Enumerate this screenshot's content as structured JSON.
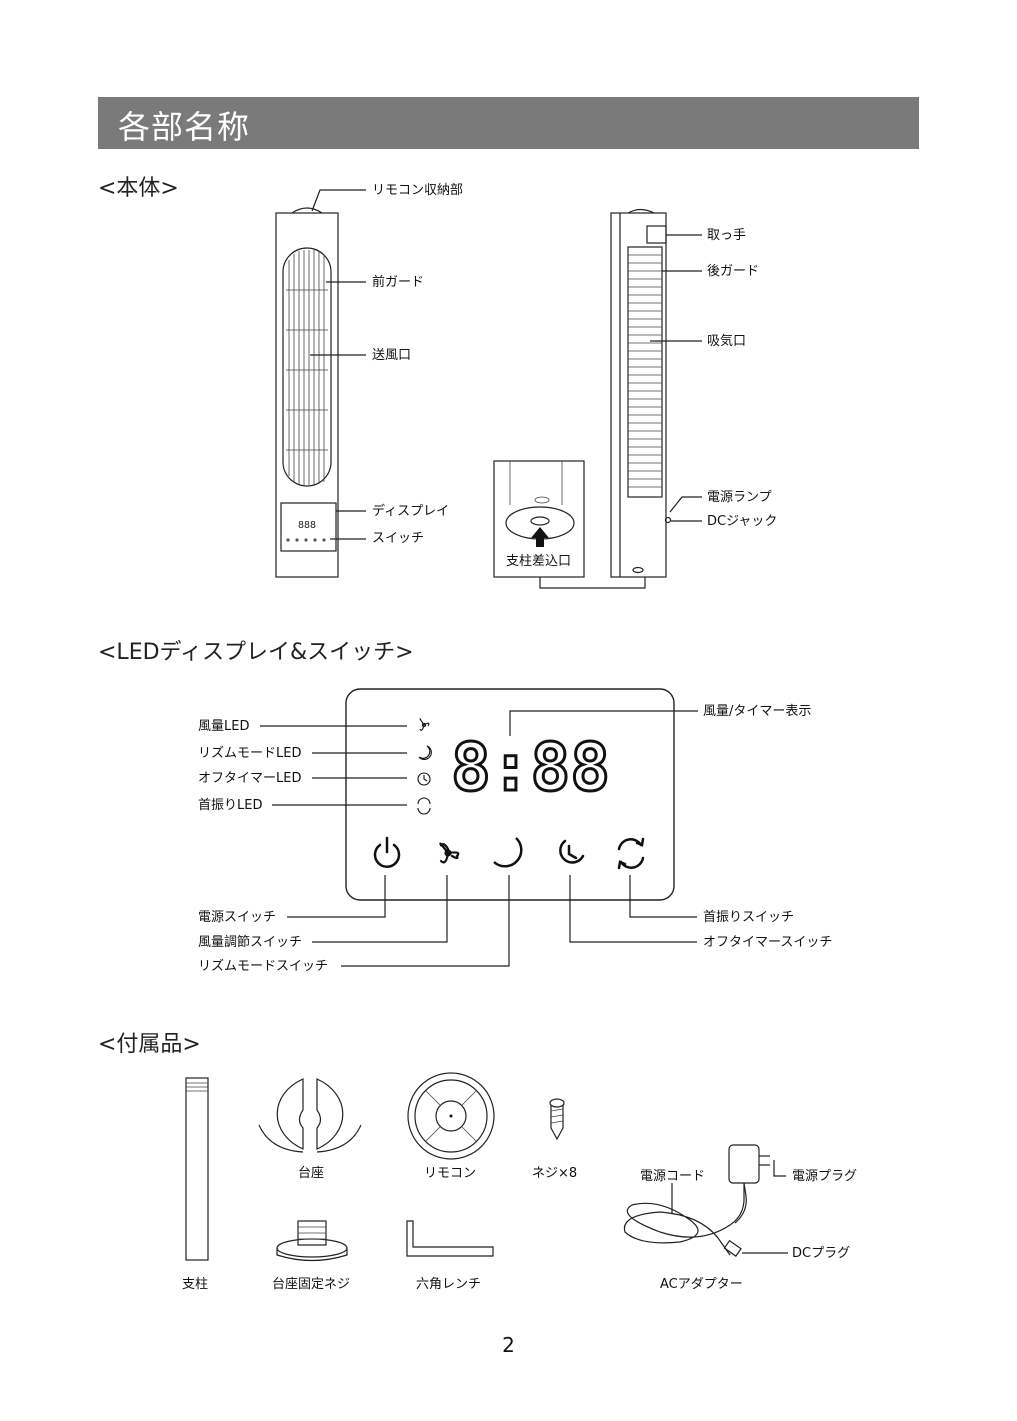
{
  "header": {
    "title": "各部名称"
  },
  "sections": {
    "body": {
      "title": "<本体>",
      "labels": {
        "remote_storage": "リモコン収納部",
        "front_guard": "前ガード",
        "air_outlet": "送風口",
        "display": "ディスプレイ",
        "switch": "スイッチ",
        "handle": "取っ手",
        "rear_guard": "後ガード",
        "air_intake": "吸気口",
        "power_lamp": "電源ランプ",
        "dc_jack": "DCジャック",
        "pole_insert": "支柱差込口"
      },
      "mini_display_text": "888"
    },
    "led_panel": {
      "title": "<LEDディスプレイ&スイッチ>",
      "display_digits": "8:88",
      "labels": {
        "fan_speed_led": "風量LED",
        "rhythm_mode_led": "リズムモードLED",
        "off_timer_led": "オフタイマーLED",
        "oscillation_led": "首振りLED",
        "speed_timer_display": "風量/タイマー表示",
        "power_switch": "電源スイッチ",
        "fan_speed_switch": "風量調節スイッチ",
        "rhythm_mode_switch": "リズムモードスイッチ",
        "oscillation_switch": "首振りスイッチ",
        "off_timer_switch": "オフタイマースイッチ"
      }
    },
    "accessories": {
      "title": "<付属品>",
      "items": {
        "pole": "支柱",
        "base": "台座",
        "base_screw": "台座固定ネジ",
        "remote": "リモコン",
        "screws": "ネジ×8",
        "hex_wrench": "六角レンチ",
        "power_cord": "電源コード",
        "power_plug": "電源プラグ",
        "dc_plug": "DCプラグ",
        "ac_adapter": "ACアダプター"
      }
    }
  },
  "page_number": "2"
}
